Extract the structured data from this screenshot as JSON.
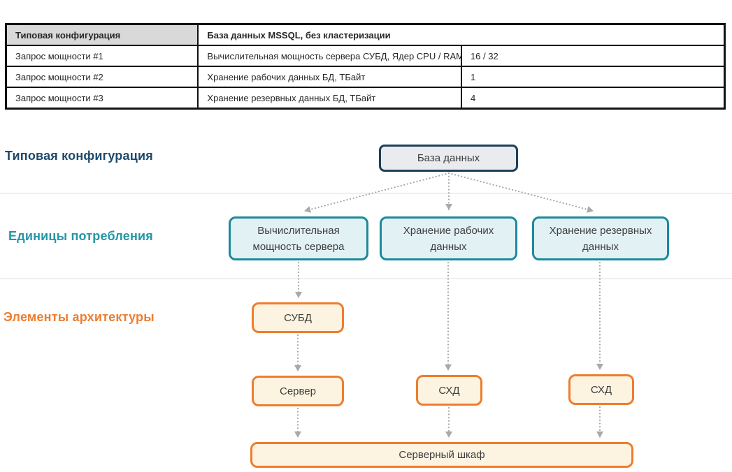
{
  "colors": {
    "navy_border": "#1d4059",
    "navy_label": "#1d4a6b",
    "teal_border": "#1b8a9b",
    "teal_fill": "#e2f1f4",
    "teal_label": "#2596a6",
    "orange_border": "#ee7d2d",
    "orange_fill": "#fdf3e1",
    "orange_label": "#ed7d31",
    "gray_fill": "#e9ebee",
    "table_header_bg": "#d9d9d9",
    "arrow": "#a9a9a9"
  },
  "table": {
    "rows": [
      {
        "label": "Типовая конфигурация",
        "description": "База данных MSSQL, без кластеризации",
        "value": ""
      },
      {
        "label": "Запрос мощности #1",
        "description": "Вычислительная мощность сервера СУБД, Ядер CPU / RAM",
        "value": "16 / 32"
      },
      {
        "label": "Запрос мощности #2",
        "description": "Хранение рабочих данных БД, ТБайт",
        "value": "1"
      },
      {
        "label": "Запрос мощности #3",
        "description": "Хранение резервных данных БД, ТБайт",
        "value": "4"
      }
    ]
  },
  "diagram": {
    "sections": [
      {
        "label": "Типовая конфигурация"
      },
      {
        "label": "Единицы потребления"
      },
      {
        "label": "Элементы архитектуры"
      }
    ],
    "nodes": {
      "database": {
        "label": "База данных"
      },
      "compute": {
        "label": "Вычислительная мощность сервера"
      },
      "storage_work": {
        "label": "Хранение рабочих данных"
      },
      "storage_backup": {
        "label": "Хранение резервных данных"
      },
      "dbms": {
        "label": "СУБД"
      },
      "server": {
        "label": "Сервер"
      },
      "san_work": {
        "label": "СХД"
      },
      "san_backup": {
        "label": "СХД"
      },
      "rack": {
        "label": "Серверный шкаф"
      }
    }
  }
}
